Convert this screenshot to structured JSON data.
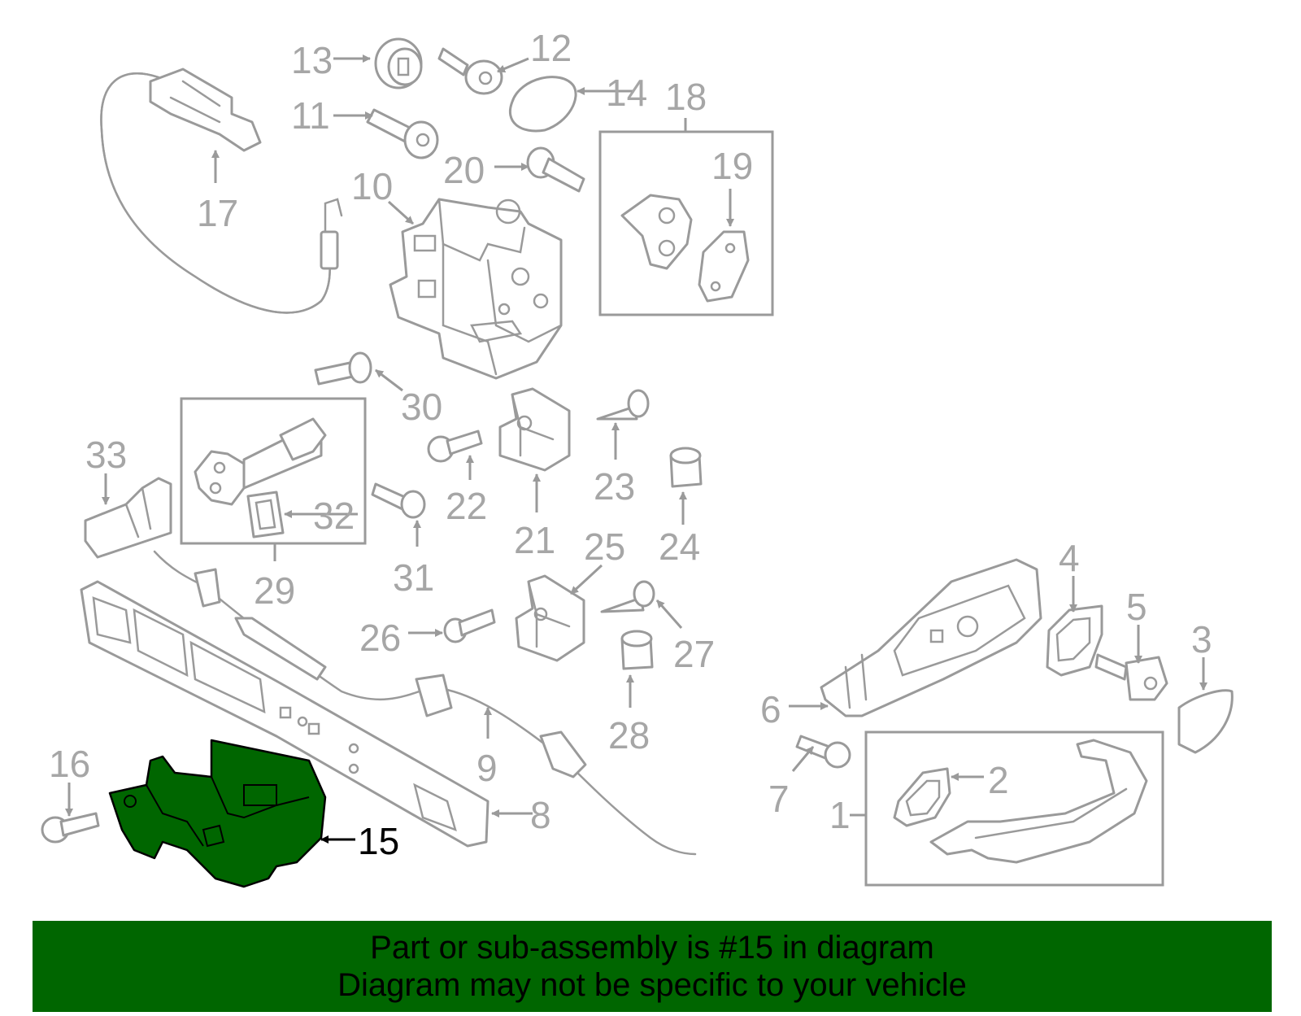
{
  "callouts": {
    "n1": "1",
    "n2": "2",
    "n3": "3",
    "n4": "4",
    "n5": "5",
    "n6": "6",
    "n7": "7",
    "n8": "8",
    "n9": "9",
    "n10": "10",
    "n11": "11",
    "n12": "12",
    "n13": "13",
    "n14": "14",
    "n15": "15",
    "n16": "16",
    "n17": "17",
    "n18": "18",
    "n19": "19",
    "n20": "20",
    "n21": "21",
    "n22": "22",
    "n23": "23",
    "n24": "24",
    "n25": "25",
    "n26": "26",
    "n27": "27",
    "n28": "28",
    "n29": "29",
    "n30": "30",
    "n31": "31",
    "n32": "32",
    "n33": "33"
  },
  "highlighted_part": "15",
  "colors": {
    "highlight": "#006600",
    "line_art": "#9a9a9a",
    "banner": "#006600"
  },
  "banner": {
    "line1": "Part or sub-assembly is #15 in diagram",
    "line2": "Diagram may not be specific to your vehicle"
  }
}
